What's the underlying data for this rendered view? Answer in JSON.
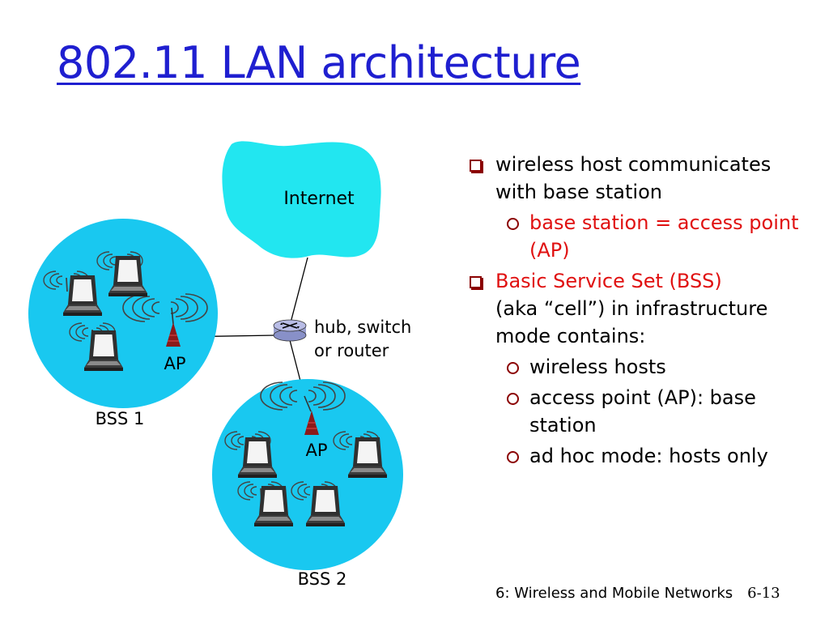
{
  "title": "802.11 LAN architecture",
  "diagram": {
    "internet_label": "Internet",
    "router_label_line1": "hub, switch",
    "router_label_line2": "or router",
    "ap1_label": "AP",
    "ap2_label": "AP",
    "bss1_label": "BSS 1",
    "bss2_label": "BSS 2"
  },
  "bullets": [
    {
      "level": 1,
      "text": "wireless host communicates with base station",
      "color": "#000000"
    },
    {
      "level": 2,
      "text": "base station = access point (AP)",
      "color": "#e01010"
    },
    {
      "level": 1,
      "text_red": "Basic Service Set (BSS)",
      "text": "(aka “cell”) in infrastructure mode contains:"
    },
    {
      "level": 2,
      "text": "wireless hosts"
    },
    {
      "level": 2,
      "text": "access point (AP): base station"
    },
    {
      "level": 2,
      "text": "ad hoc mode: hosts only"
    }
  ],
  "footer": {
    "chapter": "6: Wireless and Mobile Networks",
    "page": "6-13"
  },
  "colors": {
    "title": "#1f1fd0",
    "cloud": "#22e6f0",
    "cell": "#19c8f0",
    "bullet_marker": "#8b0000",
    "highlight": "#e01010"
  }
}
